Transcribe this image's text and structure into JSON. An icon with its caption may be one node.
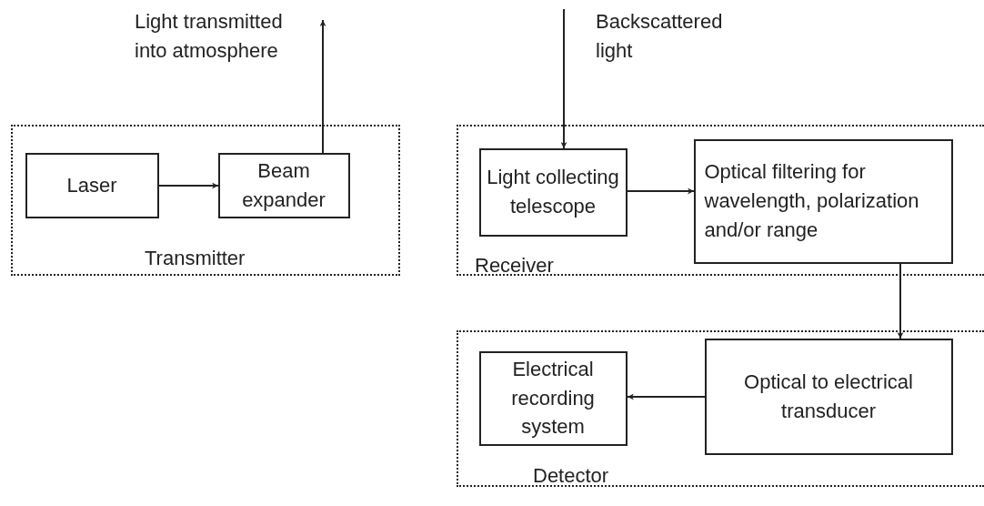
{
  "diagram": {
    "nodes": [
      {
        "text": [
          "Transmitter"
        ]
      },
      {
        "text": [
          "Laser"
        ],
        "in": 0
      },
      {
        "text": [
          "Beam expander"
        ],
        "in": 0
      },
      {
        "text": [
          "Receiver"
        ]
      },
      {
        "text": [
          "Light collecting telescope"
        ],
        "in": 3
      },
      {
        "text": [
          "Optical filtering for wavelength, polarization and/or range"
        ],
        "in": 3
      },
      {
        "text": [
          "Detector"
        ]
      },
      {
        "text": [
          "Electrical recording system"
        ],
        "in": 6
      },
      {
        "text": [
          "Optical to electrical transducer"
        ],
        "in": 6
      }
    ],
    "edges": [
      {
        "from": 1,
        "to": 2,
        "arrow": "to"
      },
      {
        "from": 2,
        "to": null,
        "arrow": "to"
      },
      {
        "from": null,
        "to": 4,
        "arrow": "to"
      },
      {
        "from": 4,
        "to": 5,
        "arrow": "to"
      },
      {
        "from": 5,
        "to": 8,
        "arrow": "to"
      },
      {
        "from": 8,
        "to": 7,
        "arrow": "to"
      }
    ],
    "labels": [
      "Light transmitted into atmosphere",
      "Backscattered light"
    ]
  }
}
